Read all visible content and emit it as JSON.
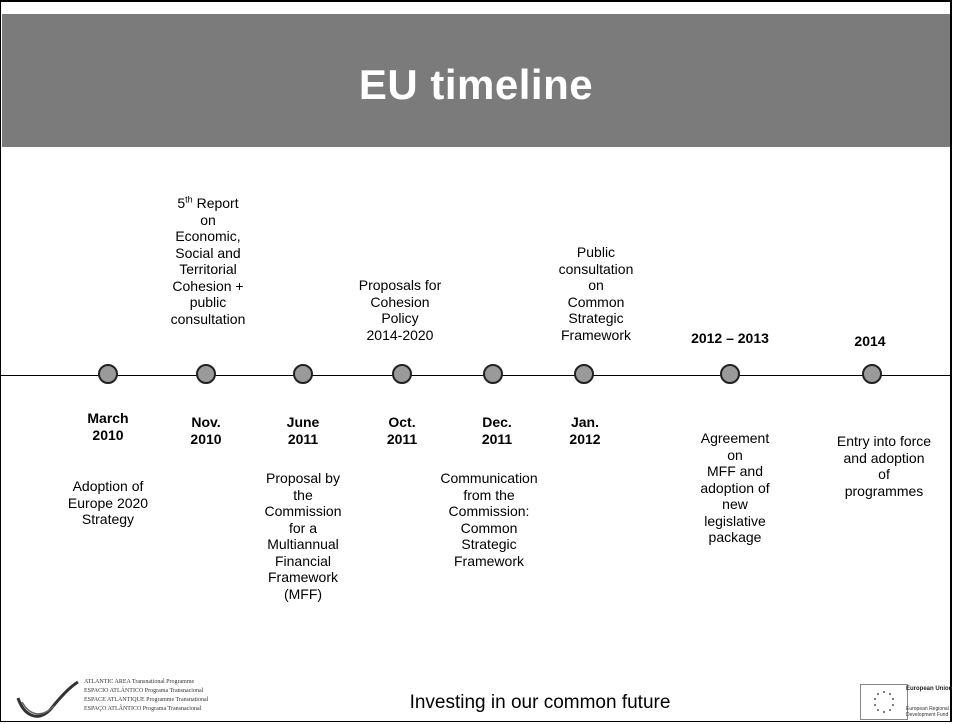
{
  "title": "EU timeline",
  "above_labels": [
    {
      "lines": [
        "5th Report",
        "on",
        "Economic,",
        "Social and",
        "Territorial",
        "Cohesion +",
        "public",
        "consultation"
      ]
    },
    {
      "lines": [
        "Proposals for",
        "Cohesion",
        "Policy",
        "2014-2020"
      ]
    },
    {
      "lines": [
        "Public",
        "consultation",
        "on",
        "Common",
        "Strategic",
        "Framework"
      ]
    },
    {
      "lines": [
        "2012 – 2013"
      ]
    },
    {
      "lines": [
        "2014"
      ]
    }
  ],
  "dates": [
    {
      "line1": "March",
      "line2": "2010"
    },
    {
      "line1": "Nov.",
      "line2": "2010"
    },
    {
      "line1": "June",
      "line2": "2011"
    },
    {
      "line1": "Oct.",
      "line2": "2011"
    },
    {
      "line1": "Dec.",
      "line2": "2011"
    },
    {
      "line1": "Jan.",
      "line2": "2012"
    }
  ],
  "below_labels": [
    {
      "lines": [
        "Adoption of",
        "Europe 2020",
        "Strategy"
      ]
    },
    {
      "lines": [
        "Proposal by",
        "the",
        "Commission",
        "for a",
        "Multiannual",
        "Financial",
        "Framework",
        "(MFF)"
      ]
    },
    {
      "lines": [
        "Communication",
        "from the",
        "Commission:",
        "Common",
        "Strategic",
        "Framework"
      ]
    },
    {
      "lines": [
        "Agreement",
        "on",
        "MFF and",
        "adoption of",
        "new",
        "legislative",
        "package"
      ]
    },
    {
      "lines": [
        "Entry into force",
        "and adoption",
        "of",
        "programmes"
      ]
    }
  ],
  "footer": {
    "tagline": "Investing in our common future",
    "programme_lines": [
      "ATLANTIC AREA Transnational Programme",
      "ESPACIO ATLÁNTICO Programa Transnacional",
      "ESPACE ATLANTIQUE Programme Transnational",
      "ESPAÇO ATLÂNTICO Programa Transnacional"
    ],
    "eu_label": "European Union",
    "erdf_label": "European Regional Development Fund"
  }
}
